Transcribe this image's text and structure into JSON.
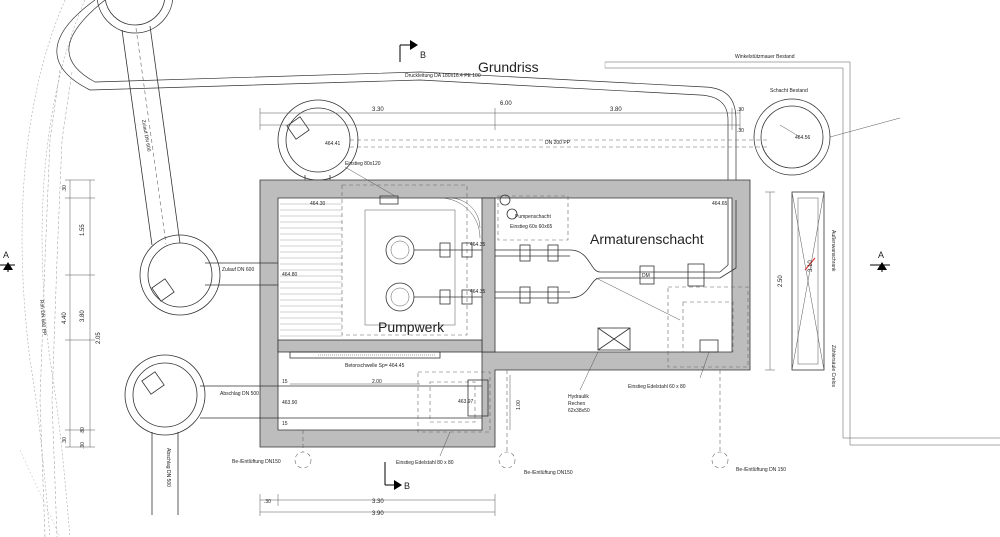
{
  "title": "Grundriss",
  "rooms": {
    "armaturenschacht": "Armaturenschacht",
    "pumpwerk": "Pumpwerk"
  },
  "existing": {
    "retaining_wall": "Winkelstützmauer Bestand",
    "manhole": "Schacht Bestand",
    "manhole_level": "464.56",
    "outer_wall": "Außenwanschrank",
    "cover": "Zählersäule Crelos"
  },
  "pipes": {
    "pressure": "Druckleitung DA 180x16.4 PE 100",
    "inlet": "Zulauf DN 600",
    "inlet_vertical": "Zulauf DN 600",
    "outlet": "Abschlag DN 500",
    "outlet_vertical": "Abschlag DN 500",
    "dn200": "DN 200 PP",
    "left_vertical": "Roh DN 600 PP"
  },
  "labels": {
    "inlet_level": "464.80",
    "well_top_level": "464.41",
    "edge_level_1": "464.30",
    "edge_level_2": "464.65",
    "outlet_level": "463.90",
    "inner_level": "463.97",
    "hatch_top": "Einstieg 80x120",
    "pump_hatch": "Einstieg 60x 60x65",
    "pump_hatch_1": "Pumpenschacht",
    "beton": "Betonschwelle Sp= 464.45",
    "edelstahl_bottom": "Einstieg Edelstahl 80 x 80",
    "edelstahl_right": "Einstieg Edelstahl 60 x 80",
    "hydraulik_1": "Hydraulik",
    "hydraulik_2": "Rechen",
    "hydraulik_3": "62x38x50",
    "vent_1": "Be-/Entlüftung DN150",
    "vent_2": "Be-/Entlüftung DN150",
    "vent_3": "Be-/Entlüftung DN 150",
    "pump_level_1": "464.35",
    "pump_level_2": "464.35",
    "dm": "DM"
  },
  "sections": {
    "a_left": "A",
    "a_right": "A",
    "b_top": "B",
    "b_bottom": "B"
  },
  "dims": {
    "top_330": "3.30",
    "top_600": "6.00",
    "top_380": "3.80",
    "top_30a": ".30",
    "top_30b": ".30",
    "left_30a": ".30",
    "left_155": "1.55",
    "left_380": "3.80",
    "left_205": "2.05",
    "left_30b": ".30",
    "left_440": "4.40",
    "left_80": ".80",
    "left_30c": ".30",
    "bot_30": ".30",
    "bot_330": "3.30",
    "bot_390": "3.90",
    "inner_200": "2.00",
    "inner_15a": "15",
    "inner_15b": "15",
    "inner_100": "1.00",
    "right_250": "2.50",
    "right_310": "3.10"
  }
}
